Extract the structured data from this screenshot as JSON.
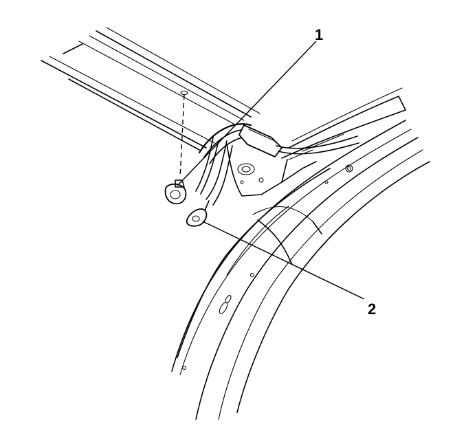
{
  "figure": {
    "callouts": [
      {
        "label": "1",
        "part": "bolt"
      },
      {
        "label": "2",
        "part": "ground-ring-terminal"
      }
    ],
    "colors": {
      "line": "#000000",
      "background": "#ffffff"
    }
  }
}
